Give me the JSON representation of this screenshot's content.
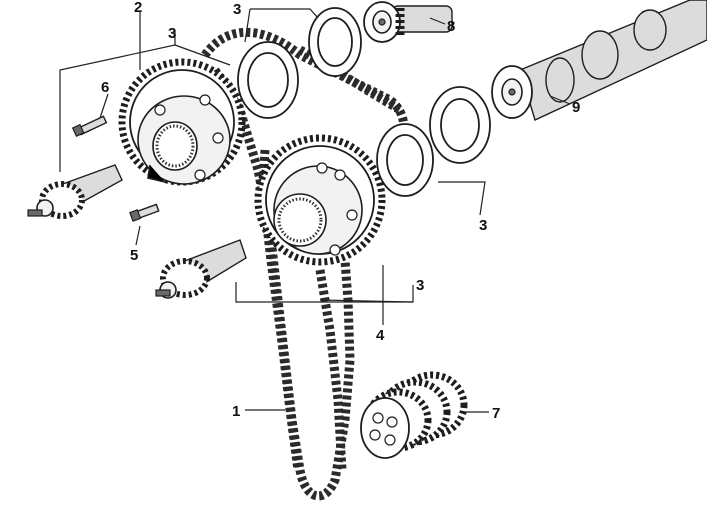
{
  "callouts": {
    "c1": "1",
    "c2": "2",
    "c3a": "3",
    "c3b": "3",
    "c3c": "3",
    "c3d": "3",
    "c4": "4",
    "c5": "5",
    "c6": "6",
    "c7": "7",
    "c8": "8",
    "c9": "9"
  },
  "colors": {
    "ink": "#1e1e1e",
    "background": "#ffffff",
    "shade": "#dcdcdc"
  }
}
